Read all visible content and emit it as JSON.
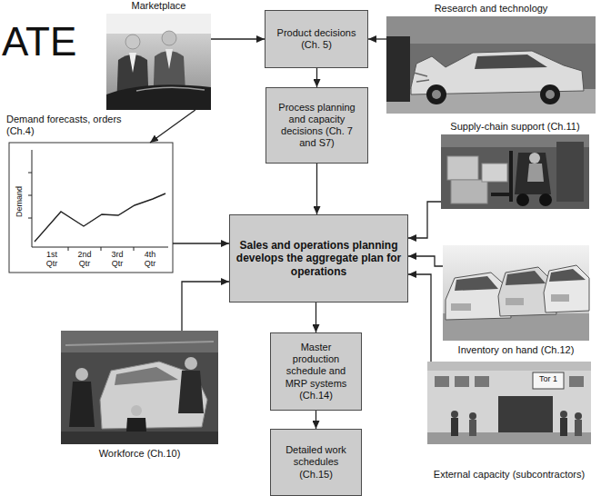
{
  "diagram": {
    "nodes": [
      {
        "text": [
          "Marketplace"
        ]
      },
      {
        "text": [
          "Product decisions (Ch. 5)"
        ]
      },
      {
        "text": [
          "Research and technology"
        ]
      },
      {
        "text": [
          "Process planning and capacity decisions (Ch. 7 and S7)"
        ]
      },
      {
        "text": [
          "Supply-chain support (Ch.11)"
        ]
      },
      {
        "text": [
          "Demand forecasts, orders (Ch.4)"
        ]
      },
      {
        "text": [
          "Sales and operations planning develops the aggregate plan for operations"
        ]
      },
      {
        "text": [
          "Inventory on hand (Ch.12)"
        ]
      },
      {
        "text": [
          "Master production schedule and MRP systems (Ch.14)"
        ]
      },
      {
        "text": [
          "Workforce (Ch.10)"
        ]
      },
      {
        "text": [
          "External capacity (subcontractors)"
        ]
      },
      {
        "text": [
          "Detailed work schedules (Ch.15)"
        ]
      }
    ],
    "edges": [
      {
        "from": 0,
        "to": 1,
        "arrow": "to"
      },
      {
        "from": 2,
        "to": 1,
        "arrow": "to"
      },
      {
        "from": 1,
        "to": 3,
        "arrow": "to"
      },
      {
        "from": 0,
        "to": 5,
        "arrow": "to"
      },
      {
        "from": 5,
        "to": 6,
        "arrow": "to"
      },
      {
        "from": 3,
        "to": 6,
        "arrow": "to"
      },
      {
        "from": 4,
        "to": 6,
        "arrow": "to"
      },
      {
        "from": 7,
        "to": 6,
        "arrow": "to"
      },
      {
        "from": 10,
        "to": 6,
        "arrow": "to"
      },
      {
        "from": 9,
        "to": 6,
        "arrow": "to"
      },
      {
        "from": 6,
        "to": 8,
        "arrow": "to"
      },
      {
        "from": 8,
        "to": 11,
        "arrow": "to"
      }
    ],
    "labels": [
      "ATE",
      "Demand",
      "1st Qtr",
      "2nd Qtr",
      "3rd Qtr",
      "4th Qtr",
      "Tor 1"
    ]
  }
}
